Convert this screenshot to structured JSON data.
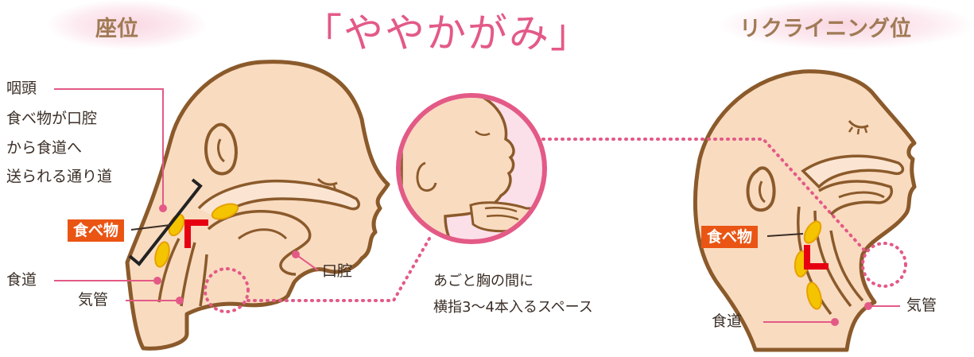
{
  "title": "「ややかがみ」",
  "sitting": {
    "title": "座位",
    "pharynx": "咽頭",
    "pharynx_desc": [
      "食べ物が口腔",
      "から食道へ",
      "送られる通り道"
    ],
    "food": "食べ物",
    "esophagus": "食道",
    "trachea": "気管",
    "oral_cavity": "口腔"
  },
  "center": {
    "note": [
      "あごと胸の間に",
      "横指3〜4本入るスペース"
    ]
  },
  "reclining": {
    "title": "リクライニング位",
    "food": "食べ物",
    "esophagus": "食道",
    "trachea": "気管"
  },
  "colors": {
    "skin": "#f9dbc0",
    "outline": "#8b5a2b",
    "pink": "#e35a86",
    "food": "#f5c400",
    "arrow": "#e60012",
    "label_bg": "#ea5514"
  }
}
